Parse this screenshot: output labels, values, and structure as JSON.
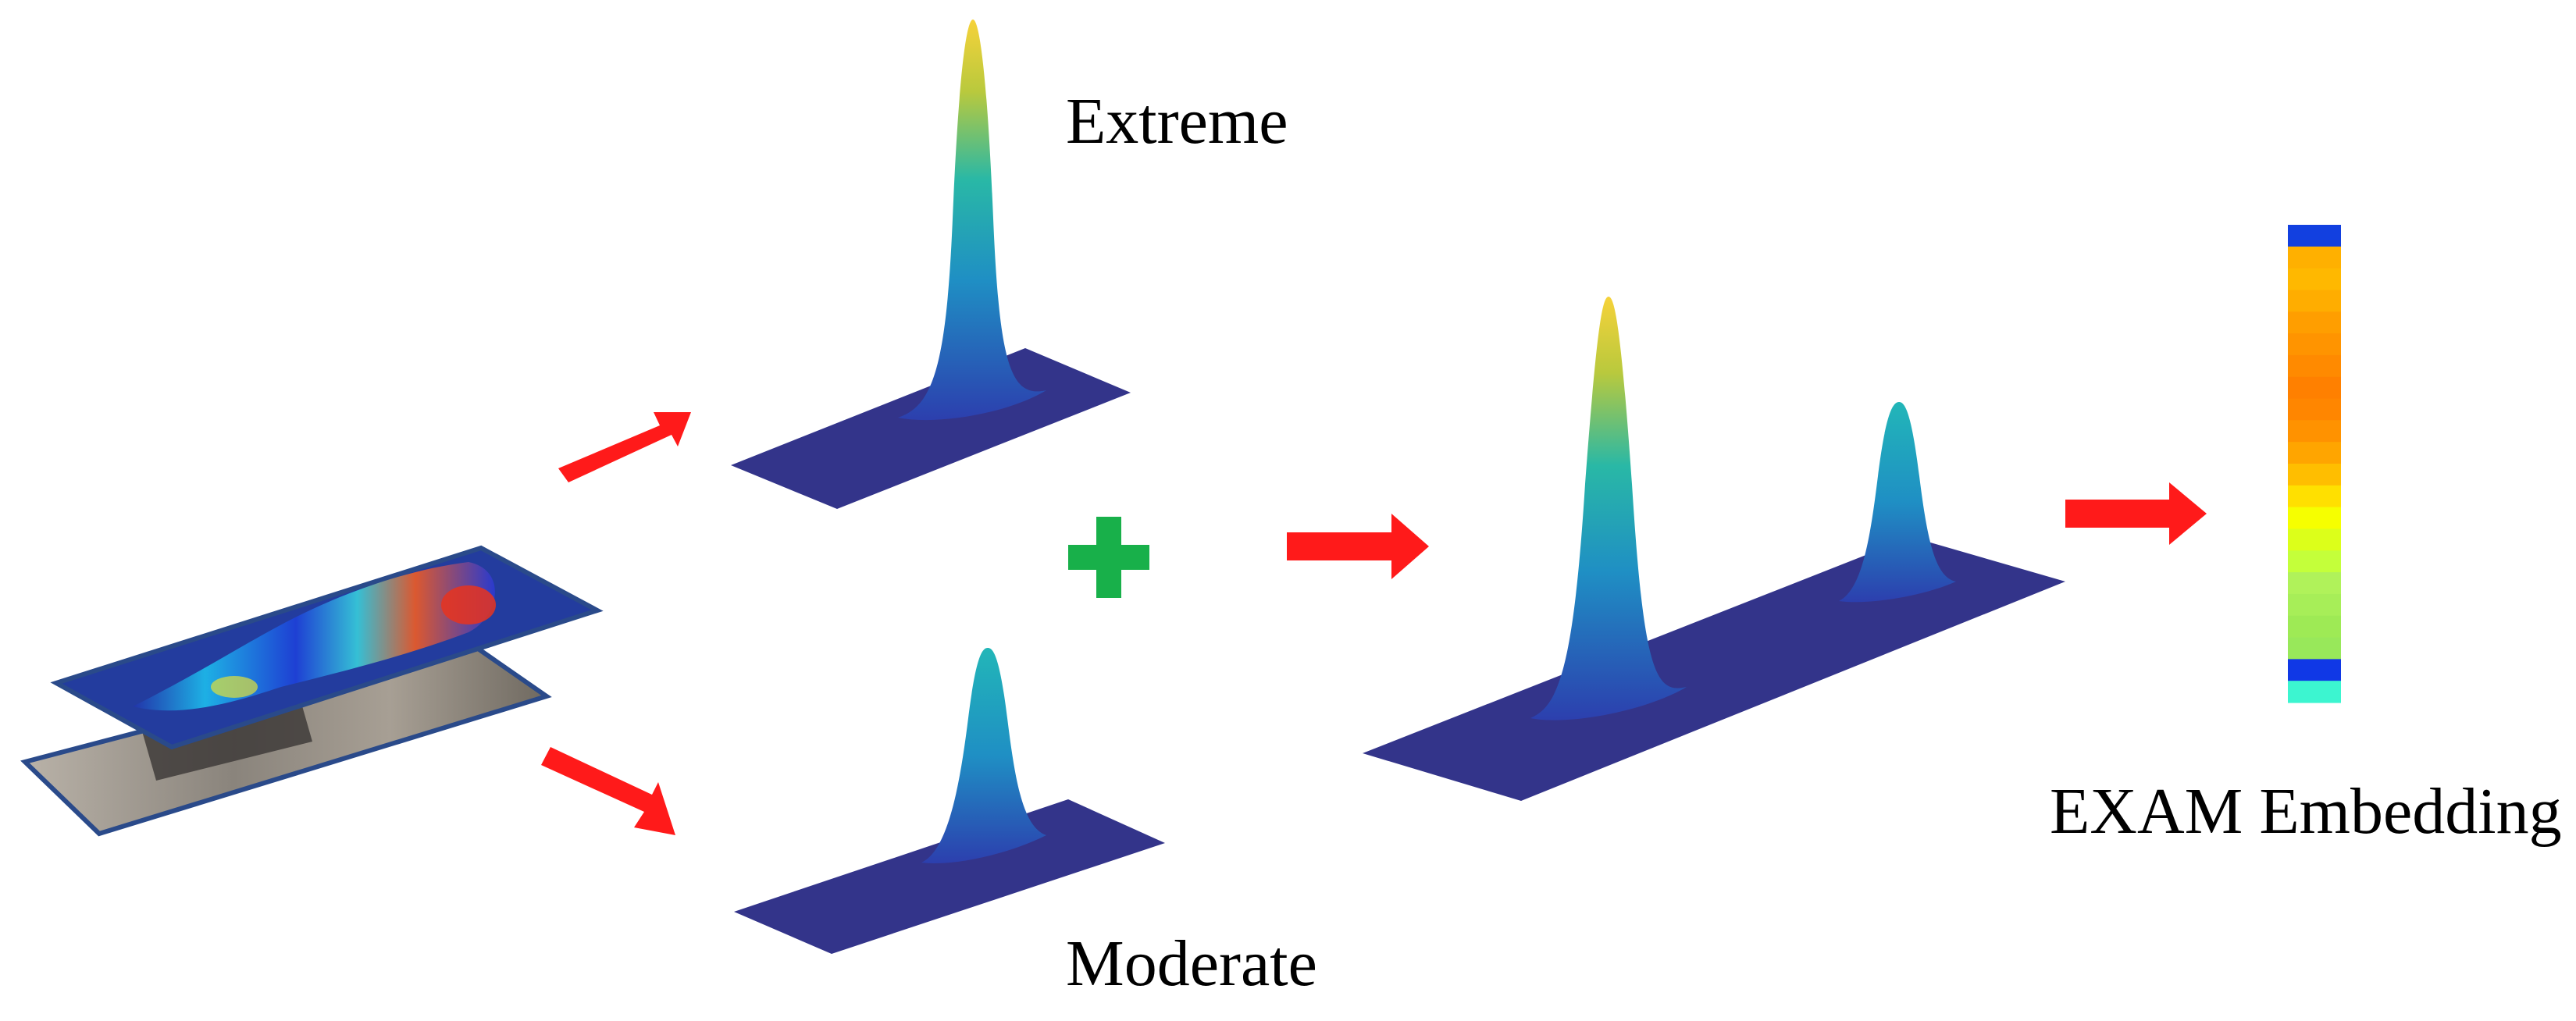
{
  "labels": {
    "extreme": "Extreme",
    "moderate": "Moderate",
    "embedding": "EXAM Embedding"
  },
  "colors": {
    "arrow": "#ff1a1a",
    "plus": "#18b04a",
    "plane": "#33348a",
    "surface_low": "#2f48b8",
    "surface_mid": "#1fa3c4",
    "surface_high": "#f6d23a"
  },
  "embedding_colors": [
    "#1240e0",
    "#ffb000",
    "#ffb800",
    "#ffad00",
    "#ff9e00",
    "#ff9400",
    "#ff8a00",
    "#ff8000",
    "#ff8600",
    "#ff9200",
    "#ffa500",
    "#ffbe00",
    "#ffe000",
    "#f6ff00",
    "#dcff1a",
    "#c4ff3a",
    "#b0f25a",
    "#a7ee58",
    "#9eea55",
    "#98e85a",
    "#1038e6",
    "#3cf5d0"
  ]
}
